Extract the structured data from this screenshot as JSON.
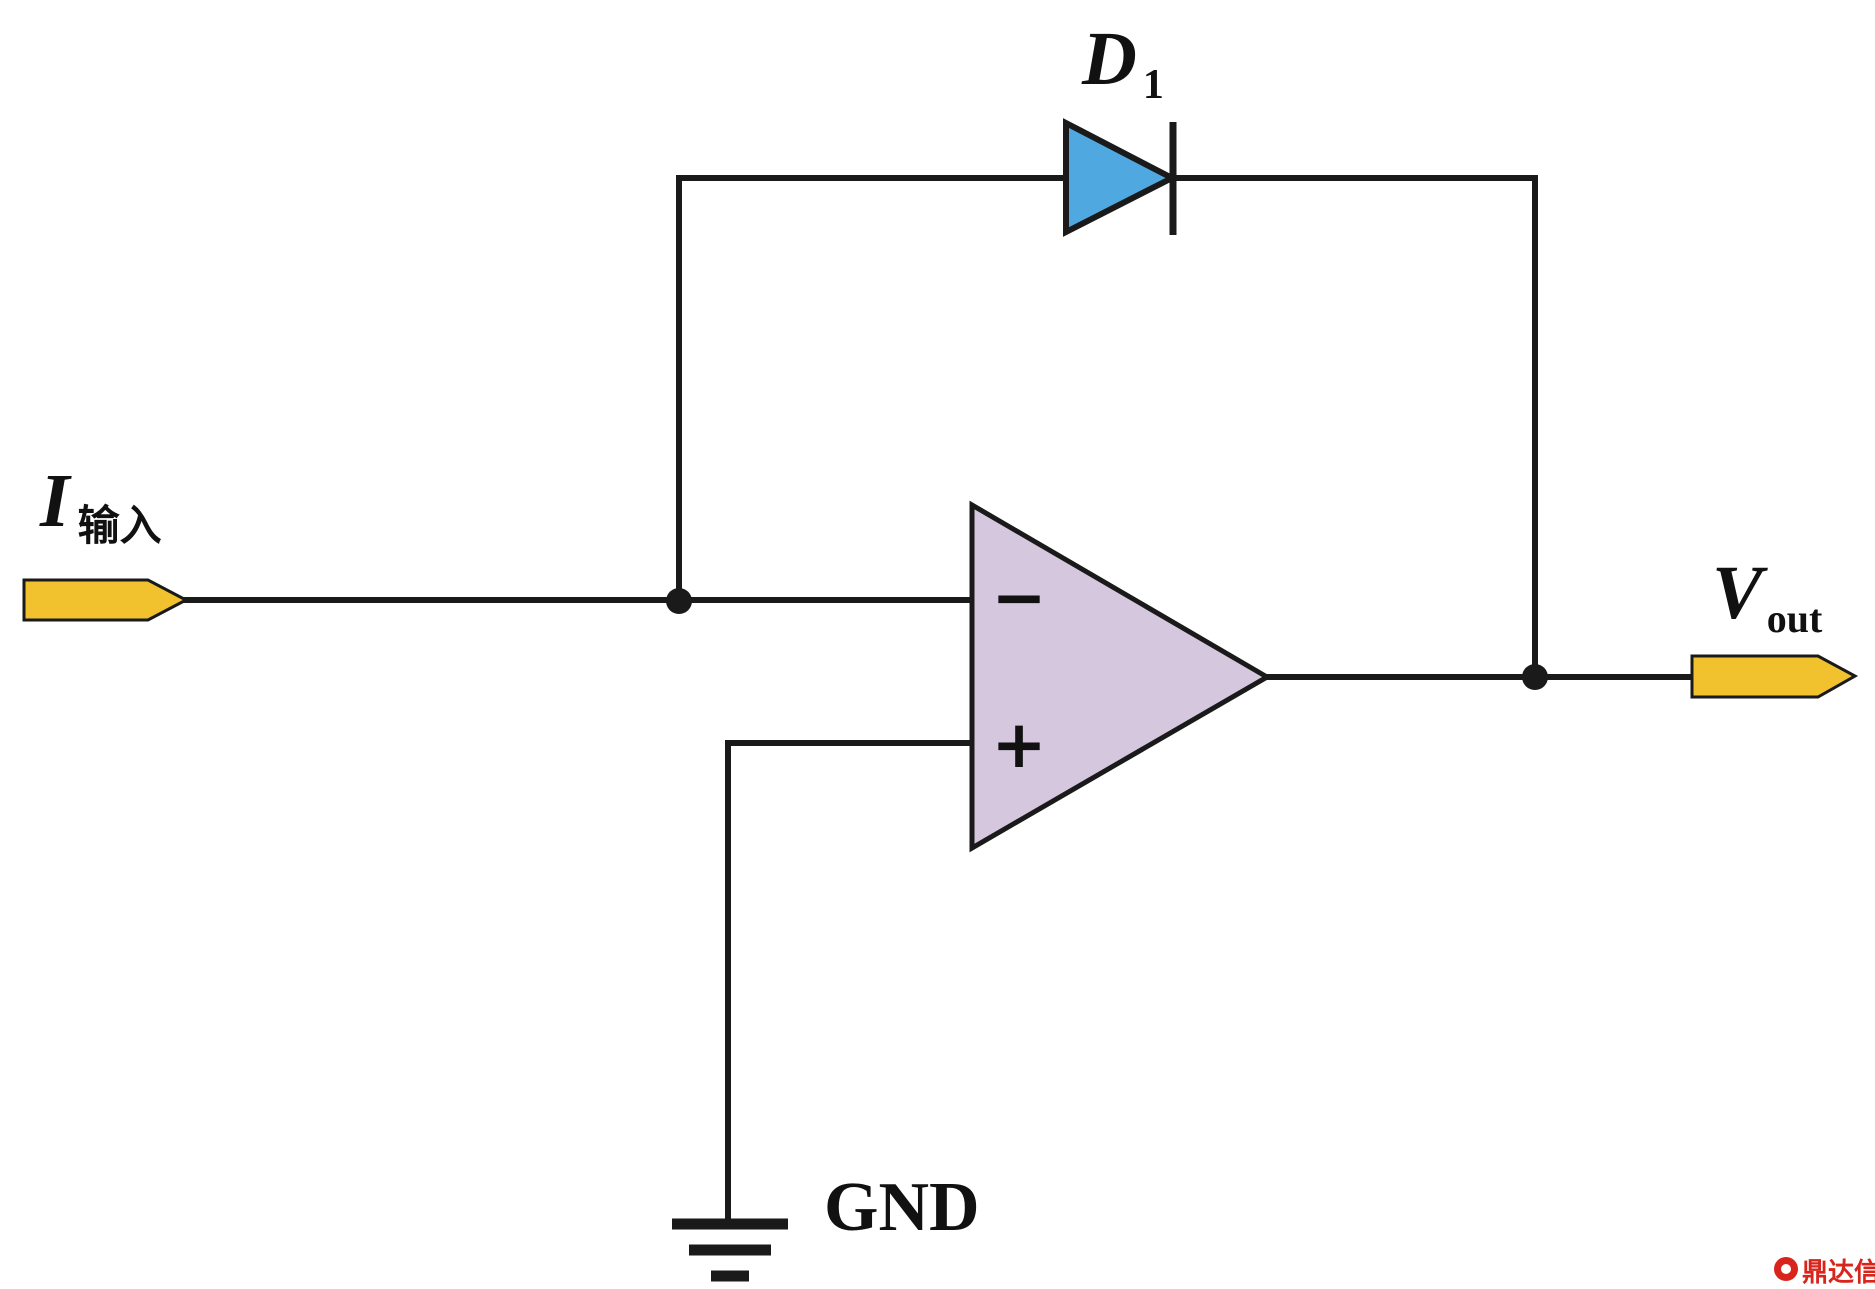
{
  "colors": {
    "wire": "#1a1a1a",
    "diode_fill": "#4fa9e0",
    "opamp_fill": "#d5c8de",
    "port_fill": "#f2c12e",
    "watermark": "#d9241c"
  },
  "labels": {
    "diode": {
      "main": "D",
      "sub": "1"
    },
    "input": {
      "main": "I",
      "sub": "输入"
    },
    "output": {
      "main": "V",
      "sub": "out"
    },
    "ground": "GND",
    "opamp_minus": "−",
    "opamp_plus": "+"
  },
  "watermark": {
    "text": "鼎达信"
  }
}
